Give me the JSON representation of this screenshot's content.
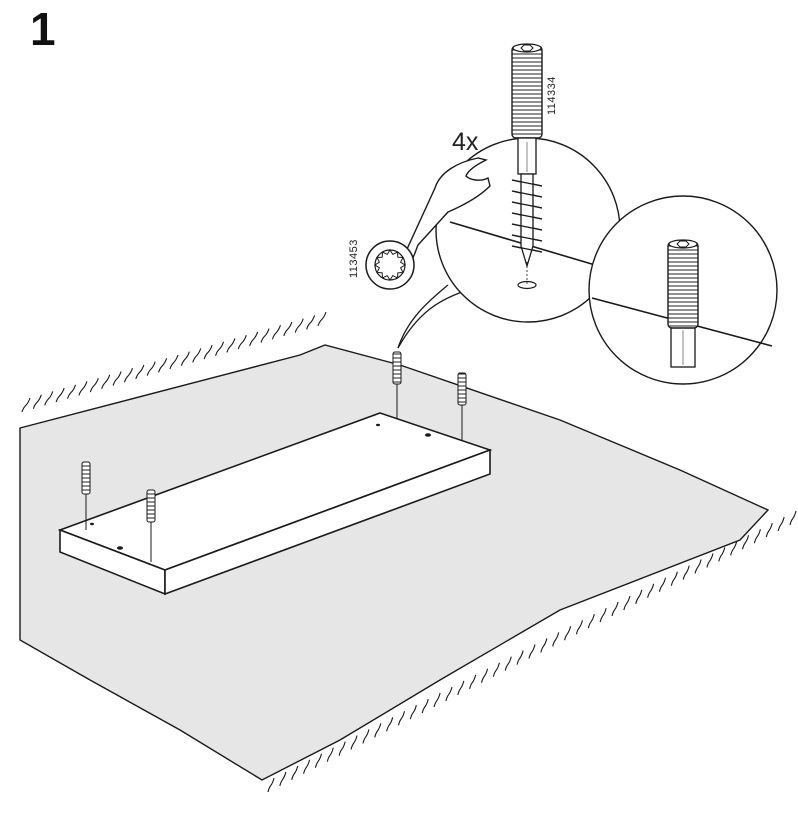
{
  "step": {
    "number": "1"
  },
  "quantity": {
    "label": "4x"
  },
  "parts": {
    "screw_id": "114334",
    "wrench_id": "113453"
  },
  "icons": {
    "carpet": "carpet-icon",
    "shelf": "shelf-board-icon",
    "screw": "dowel-screw-icon",
    "wrench": "ring-wrench-icon",
    "detail": "magnifier-detail-icon"
  },
  "colors": {
    "line": "#1a1a1a",
    "carpet_fill": "#e6e6e6",
    "background": "#ffffff"
  }
}
